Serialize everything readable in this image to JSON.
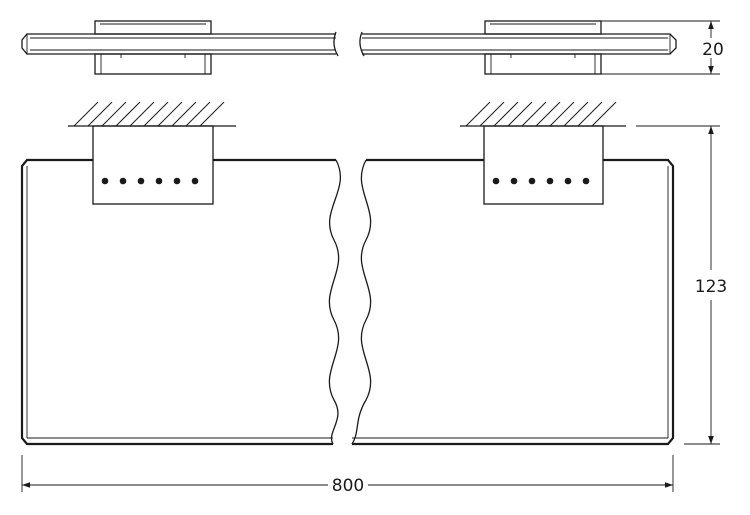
{
  "drawing": {
    "dimensions": {
      "thickness": "20",
      "depth": "123",
      "length": "800"
    }
  }
}
